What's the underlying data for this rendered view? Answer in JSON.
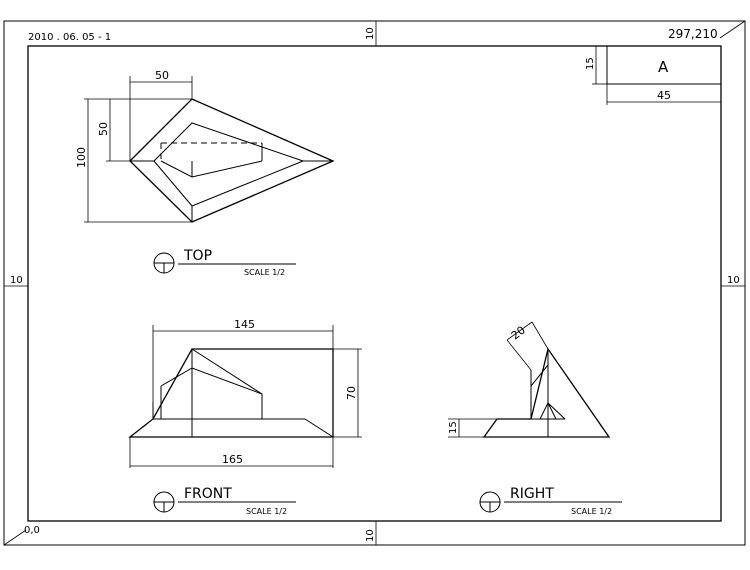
{
  "sheet": {
    "date_label": "2010 . 06. 05  - 1",
    "size_label": "297,210",
    "origin_label": "0,0",
    "margin_top": "10",
    "margin_bottom": "10",
    "margin_left": "10",
    "margin_right": "10"
  },
  "title_block": {
    "letter": "A",
    "height_dim": "15",
    "width_dim": "45"
  },
  "views": {
    "top": {
      "title": "TOP",
      "scale": "SCALE 1/2",
      "dims": {
        "width": "50",
        "small_height": "50",
        "height": "100"
      }
    },
    "front": {
      "title": "FRONT",
      "scale": "SCALE 1/2",
      "dims": {
        "top_width": "145",
        "bottom_width": "165",
        "height": "70"
      }
    },
    "right": {
      "title": "RIGHT",
      "scale": "SCALE 1/2",
      "dims": {
        "slant": "20",
        "base_height": "15"
      }
    }
  }
}
